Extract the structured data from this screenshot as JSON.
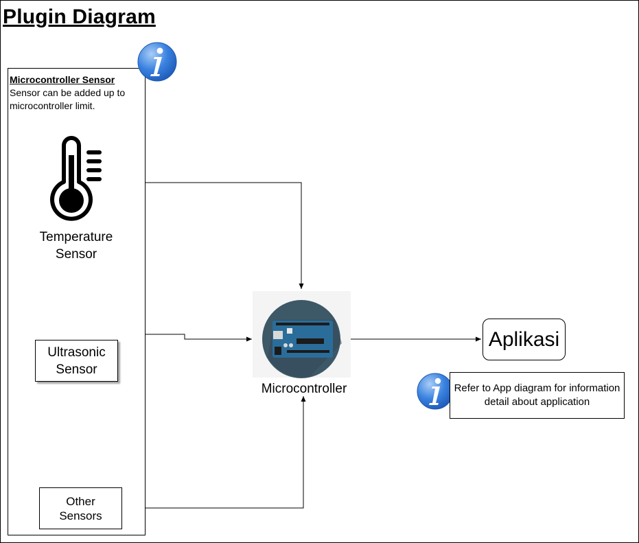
{
  "diagram": {
    "title": "Plugin Diagram",
    "sensor_panel": {
      "heading": "Microcontroller Sensor",
      "description_line1": "Sensor can be added up to",
      "description_line2": "microcontroller limit."
    },
    "nodes": {
      "temperature_line1": "Temperature",
      "temperature_line2": "Sensor",
      "ultrasonic_line1": "Ultrasonic",
      "ultrasonic_line2": "Sensor",
      "other_line1": "Other",
      "other_line2": "Sensors",
      "microcontroller": "Microcontroller",
      "app": "Aplikasi"
    },
    "note": {
      "line1": "Refer to App diagram for",
      "line2": "information detail about application"
    },
    "icons": [
      "info-icon",
      "thermometer-icon",
      "arduino-board-icon"
    ],
    "colors": {
      "info_blue": "#2f73d6",
      "board_circle": "#3d5866",
      "board_blue": "#2a6d9a"
    }
  }
}
